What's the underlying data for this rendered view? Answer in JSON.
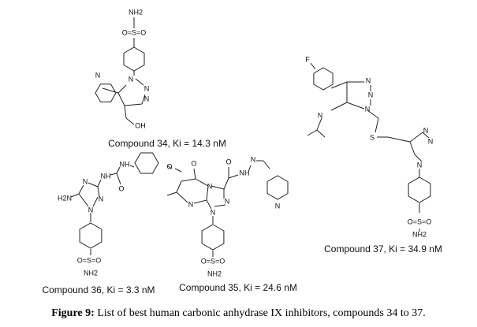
{
  "compounds": [
    {
      "caption": "Compound 34, Ki = 14.3 nM",
      "atoms": {
        "nh2": "NH2",
        "so2": "O=S=O",
        "n1": "N",
        "n2": "N",
        "n3": "N",
        "npy": "N",
        "oh": "OH"
      }
    },
    {
      "caption": "Compound 37, Ki = 34.9 nM",
      "atoms": {
        "f": "F",
        "nind": "N",
        "n1": "N",
        "n2": "N",
        "n3": "N",
        "s": "S",
        "t1": "N",
        "t2": "N",
        "t3": "N",
        "so2": "O=S=O",
        "nh2": "NH2"
      }
    },
    {
      "caption": "Compound 36, Ki = 3.3 nM",
      "atoms": {
        "h2n": "H2N",
        "n1": "N",
        "n2": "N",
        "n3": "N",
        "nh1": "NH",
        "nh2b": "NH",
        "o": "O",
        "ome": "O",
        "so2": "O=S=O",
        "nh2": "NH2"
      }
    },
    {
      "caption": "Compound 35, Ki = 24.6 nM",
      "atoms": {
        "o1": "O",
        "o2": "O",
        "n1": "N",
        "n2": "N",
        "n3": "N",
        "n4": "N",
        "n5": "N",
        "nh": "NH",
        "npy": "N",
        "so2": "O=S=O",
        "nh2": "NH2"
      }
    }
  ],
  "figure": {
    "label": "Figure 9:",
    "text": " List of best human carbonic anhydrase IX inhibitors, compounds 34 to 37."
  }
}
